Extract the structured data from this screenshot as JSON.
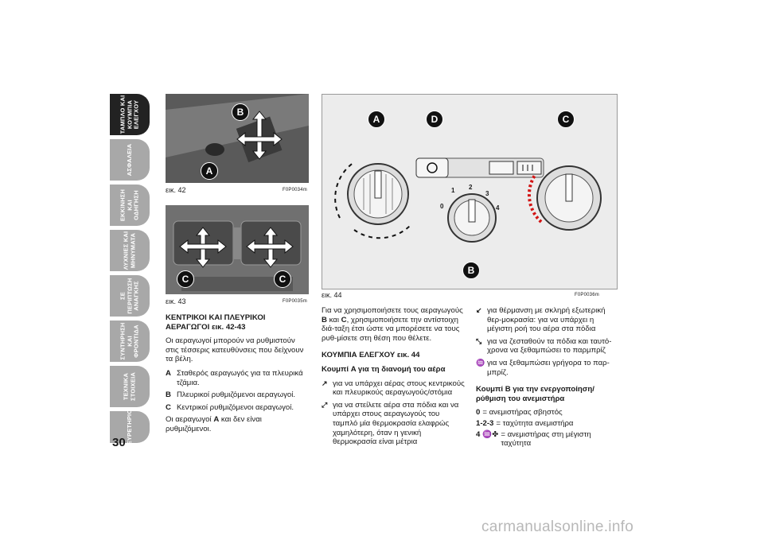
{
  "sidebar": {
    "tabs": [
      {
        "label": "ΤΑΜΠΛΟ ΚΑΙ ΚΟΥΜΠΙΑ ΕΛΕΓΧΟΥ",
        "active": true
      },
      {
        "label": "ΑΣΦΑΛΕΙΑ",
        "active": false
      },
      {
        "label": "ΕΚΚΙΝΗΣΗ ΚΑΙ ΟΔΗΓΗΣΗ",
        "active": false
      },
      {
        "label": "ΛΥΧΝΙΕΣ ΚΑΙ ΜΗΝΥΜΑΤΑ",
        "active": false
      },
      {
        "label": "ΣΕ ΠΕΡΙΠΤΩΣΗ ΑΝΑΓΚΗΣ",
        "active": false
      },
      {
        "label": "ΣΥΝΤΗΡΗΣΗ ΚΑΙ ΦΡΟΝΤΙΔΑ",
        "active": false
      },
      {
        "label": "ΤΕΧΝΙΚΑ ΣΤΟΙΧΕΙΑ",
        "active": false
      },
      {
        "label": "ΕΥΡΕΤΗΡΙΟ",
        "active": false
      }
    ]
  },
  "page_number": "30",
  "figures": {
    "fig42": {
      "label": "εικ. 42",
      "code": "F0P0034m",
      "markers": [
        "B",
        "A"
      ]
    },
    "fig43": {
      "label": "εικ. 43",
      "code": "F0P0035m",
      "markers": [
        "C",
        "C"
      ]
    },
    "fig44": {
      "label": "εικ. 44",
      "code": "F0P0036m",
      "markers": [
        "A",
        "D",
        "C",
        "B"
      ],
      "fan_scale": [
        "0",
        "1",
        "2",
        "3",
        "4"
      ]
    }
  },
  "col1": {
    "heading": "ΚΕΝΤΡΙΚΟΙ ΚΑΙ ΠΛΕΥΡΙΚΟΙ ΑΕΡΑΓΩΓΟΙ",
    "heading_ref": "εικ. 42-43",
    "intro": "Οι αεραγωγοί μπορούν να ρυθμιστούν στις τέσσερις κατευθύνσεις που δείχνουν τα βέλη.",
    "items": [
      {
        "key": "A",
        "text": "Σταθερός αεραγωγός για τα πλευρικά τζάμια."
      },
      {
        "key": "B",
        "text": "Πλευρικοί ρυθμιζόμενοι αεραγωγοί."
      },
      {
        "key": "C",
        "text": "Κεντρικοί ρυθμιζόμενοι αεραγωγοί."
      }
    ],
    "note_pre": "Οι αεραγωγοί ",
    "note_key": "A",
    "note_post": " και δεν είναι ρυθμιζόμενοι."
  },
  "col2": {
    "intro_pre": "Για να χρησιμοποιήσετε τους αεραγωγούς ",
    "intro_b": "B",
    "intro_mid": " και ",
    "intro_c": "C",
    "intro_post": ", χρησιμοποιήσετε την αντίστοιχη διά-ταξη έτσι ώστε να μπορέσετε να τους ρυθ-μίσετε στη θέση που θέλετε.",
    "section_heading": "ΚΟΥΜΠΙΑ ΕΛΕΓΧΟΥ",
    "section_ref": "εικ. 44",
    "knob_a_heading": "Κουμπί A για τη διανομή του αέρα",
    "items": [
      {
        "text": "για να υπάρχει αέρας στους κεντρικούς και πλευρικούς αεραγωγούς/στόμια"
      },
      {
        "text": "για να στείλετε αέρα στα πόδια και να υπάρχει στους αεραγωγούς του ταμπλό μία θερμοκρασία ελαφρώς χαμηλότερη, όταν η γενική θερμοκρασία είναι μέτρια"
      }
    ]
  },
  "col3": {
    "items": [
      {
        "text": "για θέρμανση με σκληρή εξωτερική θερ-μοκρασία: για να υπάρχει η μέγιστη ροή του αέρα στα πόδια"
      },
      {
        "text": "για να ζεσταθούν τα πόδια και ταυτό-χρονα να ξεθαμπώσει το παρμπρίζ"
      },
      {
        "text": "για να ξεθαμπώσει γρήγορα το παρ-μπρίζ."
      }
    ],
    "knob_b_heading": "Κουμπί B για την ενεργοποίηση/ ρύθμιση του ανεμιστήρα",
    "fan": [
      {
        "key": "0",
        "text": "= ανεμιστήρας σβηστός"
      },
      {
        "key": "1-2-3",
        "text": "= ταχύτητα ανεμιστήρα"
      },
      {
        "key": "4",
        "text": "= ανεμιστήρας στη μέγιστη ταχύτητα"
      }
    ]
  },
  "watermark": "carmanualsonline.info",
  "colors": {
    "active_tab": "#222222",
    "inactive_tab": "#a8a8a8",
    "red_scale": "#d21414",
    "photo_bg": "#6a6a6a"
  }
}
